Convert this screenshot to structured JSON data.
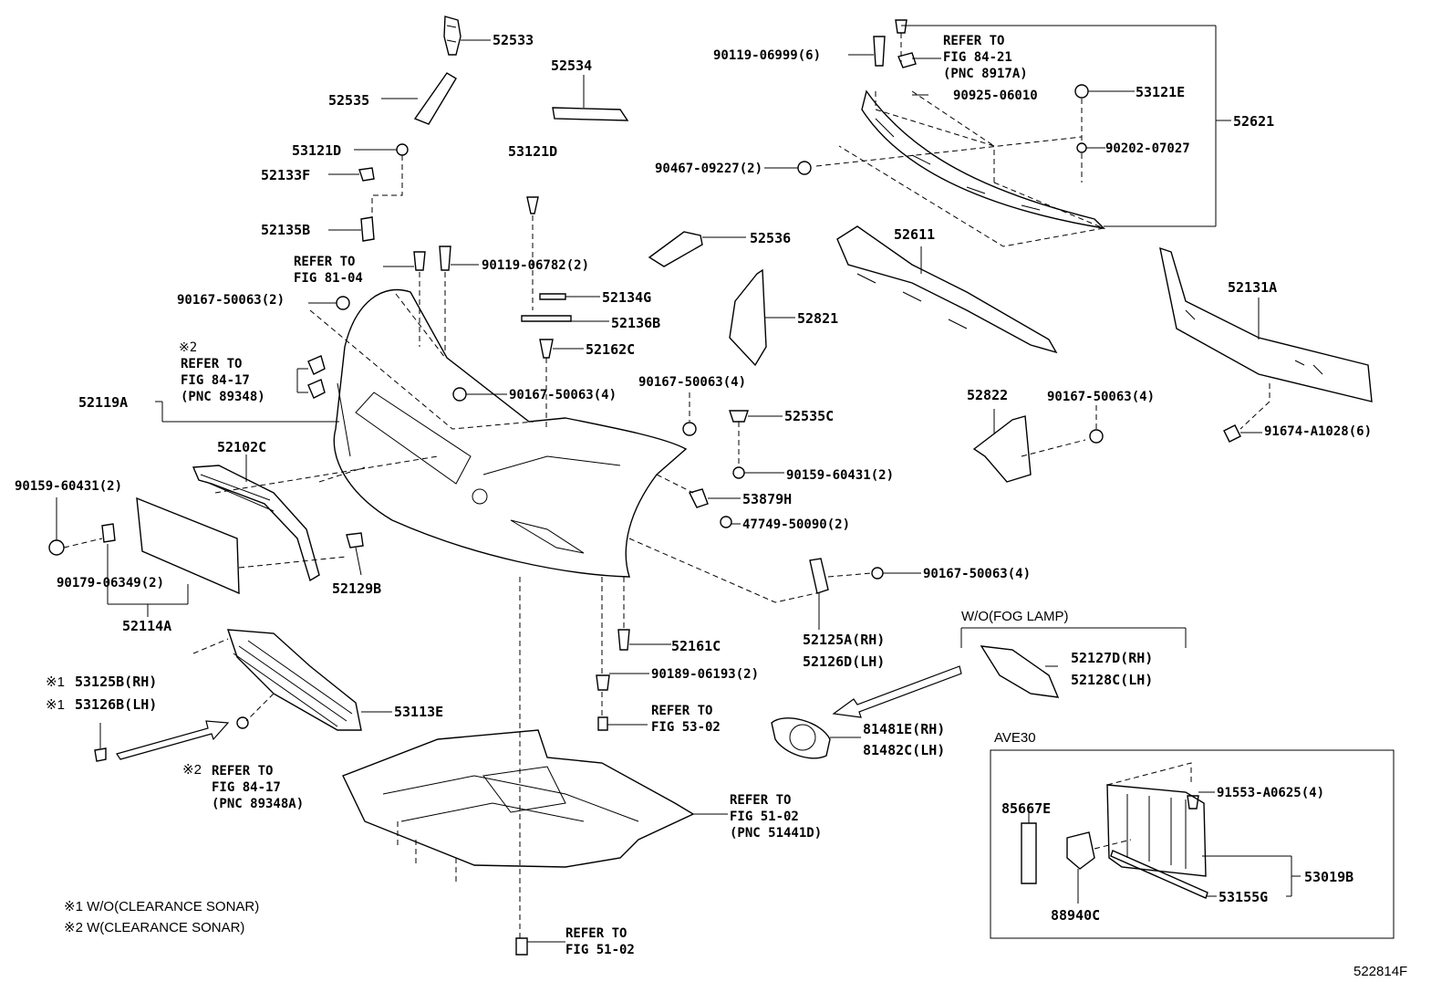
{
  "parts": {
    "p52533": "52533",
    "p52534": "52534",
    "p52535": "52535",
    "p53121D_a": "53121D",
    "p52133F": "52133F",
    "p52135B": "52135B",
    "p53121D_b": "53121D",
    "p90119_06999": "90119-06999(6)",
    "p90925_06010": "90925-06010",
    "p53121E": "53121E",
    "p52621": "52621",
    "p90202_07027": "90202-07027",
    "p90467_09227": "90467-09227(2)",
    "p52536": "52536",
    "p52611": "52611",
    "p52131A": "52131A",
    "p90119_06782": "90119-06782(2)",
    "p90167_50063_a": "90167-50063(2)",
    "p52134G": "52134G",
    "p52136B": "52136B",
    "p52821": "52821",
    "p52162C": "52162C",
    "p52119A": "52119A",
    "p90167_50063_b": "90167-50063(4)",
    "p90167_50063_c": "90167-50063(4)",
    "p52535C": "52535C",
    "p52822": "52822",
    "p90167_50063_d": "90167-50063(4)",
    "p91674_A1028": "91674-A1028(6)",
    "p52102C": "52102C",
    "p90159_60431_a": "90159-60431(2)",
    "p90159_60431_b": "90159-60431(2)",
    "p53879H": "53879H",
    "p47749_50090": "47749-50090(2)",
    "p52129B": "52129B",
    "p90179_06349": "90179-06349(2)",
    "p90167_50063_e": "90167-50063(4)",
    "p52114A": "52114A",
    "p52161C": "52161C",
    "p52125A": "52125A(RH)",
    "p52126D": "52126D(LH)",
    "p90189_06193": "90189-06193(2)",
    "p52127D": "52127D(RH)",
    "p52128C": "52128C(LH)",
    "p53125B": "53125B(RH)",
    "p53126B": "53126B(LH)",
    "p53113E": "53113E",
    "p81481E": "81481E(RH)",
    "p81482C": "81482C(LH)",
    "p91553_A0625": "91553-A0625(4)",
    "p85667E": "85667E",
    "p53019B": "53019B",
    "p53155G": "53155G",
    "p88940C": "88940C"
  },
  "refs": {
    "r84_21": [
      "REFER TO",
      "FIG 84-21",
      "(PNC 8917A)"
    ],
    "r81_04": [
      "REFER TO",
      "FIG 81-04"
    ],
    "r84_17": [
      "REFER TO",
      "FIG 84-17",
      "(PNC 89348)"
    ],
    "r84_17_mark": "※2",
    "r53_02": [
      "REFER TO",
      "FIG 53-02"
    ],
    "r84_17b_mark": "※2",
    "r84_17b": [
      "REFER TO",
      "FIG 84-17",
      "(PNC 89348A)"
    ],
    "r51_02a": [
      "REFER TO",
      "FIG 51-02",
      "(PNC 51441D)"
    ],
    "r51_02b": [
      "REFER TO",
      "FIG 51-02"
    ]
  },
  "marks": {
    "m1a": "※1",
    "m1b": "※1"
  },
  "groups": {
    "fog": "W/O(FOG LAMP)",
    "ave30": "AVE30"
  },
  "legend": {
    "note1": "※1 W/O(CLEARANCE SONAR)",
    "note2": "※2 W(CLEARANCE SONAR)"
  },
  "figure_id": "522814F"
}
